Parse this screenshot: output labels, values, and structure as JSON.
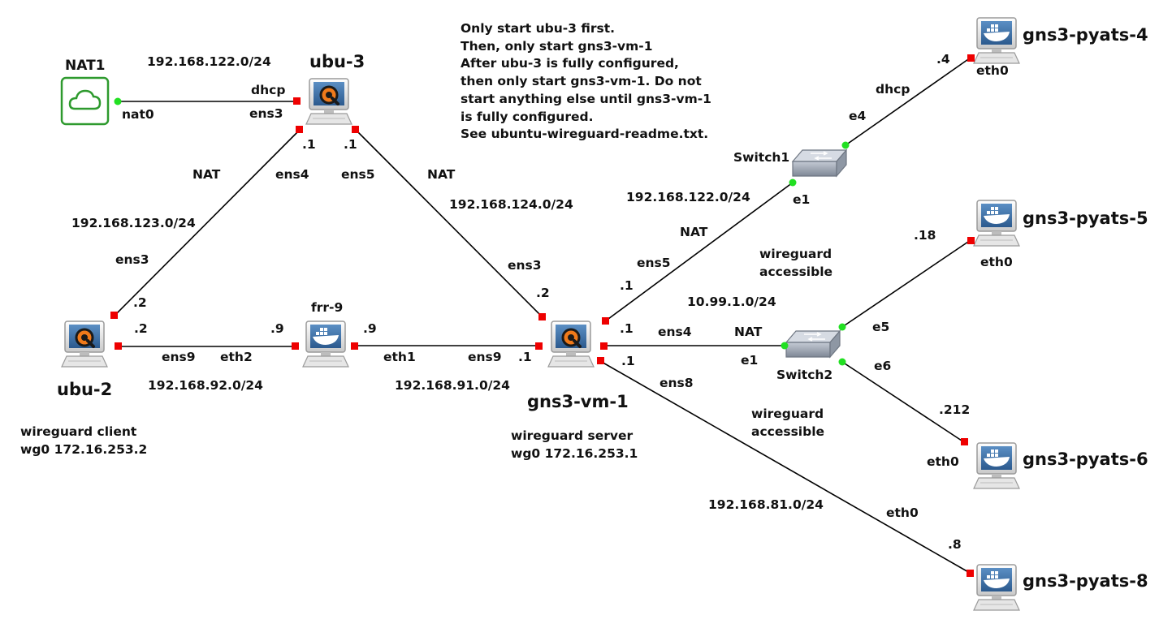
{
  "nodes": {
    "nat1": {
      "name": "NAT1",
      "port": "nat0"
    },
    "ubu3": {
      "name": "ubu-3"
    },
    "ubu2": {
      "name": "ubu-2",
      "desc_line1": "wireguard client",
      "desc_line2": "wg0 172.16.253.2"
    },
    "frr9": {
      "name": "frr-9"
    },
    "gns3vm1": {
      "name": "gns3-vm-1",
      "desc_line1": "wireguard server",
      "desc_line2": "wg0 172.16.253.1"
    },
    "switch1": {
      "name": "Switch1"
    },
    "switch2": {
      "name": "Switch2"
    },
    "pyats4": {
      "name": "gns3-pyats-4"
    },
    "pyats5": {
      "name": "gns3-pyats-5"
    },
    "pyats6": {
      "name": "gns3-pyats-6"
    },
    "pyats8": {
      "name": "gns3-pyats-8"
    }
  },
  "note": "Only start ubu-3 first.\nThen, only start gns3-vm-1\nAfter ubu-3 is fully configured,\nthen only start gns3-vm-1. Do not\nstart anything else until gns3-vm-1\nis fully configured.\nSee ubuntu-wireguard-readme.txt.",
  "labels": {
    "net_122_top": "192.168.122.0/24",
    "dhcp_ubu3": "dhcp",
    "ens3_ubu3": "ens3",
    "dot1_ubu3_left": ".1",
    "dot1_ubu3_right": ".1",
    "ens4_ubu3": "ens4",
    "ens5_ubu3": "ens5",
    "nat_left": "NAT",
    "nat_mid": "NAT",
    "net_123": "192.168.123.0/24",
    "net_124": "192.168.124.0/24",
    "ens3_ubu2": "ens3",
    "dot2_ubu2_up": ".2",
    "dot2_ubu2": ".2",
    "ens9_ubu2": "ens9",
    "eth2_frr": "eth2",
    "dot9_frr_left": ".9",
    "dot9_frr_right": ".9",
    "eth1_frr": "eth1",
    "net_92": "192.168.92.0/24",
    "net_91": "192.168.91.0/24",
    "ens9_vm": "ens9",
    "dot1_vm_ens9": ".1",
    "ens3_vm": "ens3",
    "dot2_vm": ".2",
    "ens5_vm": "ens5",
    "dot1_vm_ens5": ".1",
    "nat_vm_ens5": "NAT",
    "net_122_vm": "192.168.122.0/24",
    "e1_sw1": "e1",
    "e4_sw1": "e4",
    "dhcp_pyats4": "dhcp",
    "dot4_pyats4": ".4",
    "eth0_pyats4": "eth0",
    "wg_access_1a": "wireguard",
    "wg_access_1b": "accessible",
    "net_10_99": "10.99.1.0/24",
    "dot1_vm_ens4": ".1",
    "ens4_vm": "ens4",
    "nat_vm_ens4": "NAT",
    "e1_sw2": "e1",
    "e5_sw2": "e5",
    "e6_sw2": "e6",
    "dot18": ".18",
    "eth0_pyats5": "eth0",
    "dot212": ".212",
    "eth0_pyats6": "eth0",
    "dot1_vm_ens8": ".1",
    "ens8_vm": "ens8",
    "wg_access_2a": "wireguard",
    "wg_access_2b": "accessible",
    "net_81": "192.168.81.0/24",
    "eth0_pyats8": "eth0",
    "dot8": ".8"
  },
  "colors": {
    "link": "#000000",
    "port_down": "#ee0000",
    "port_up": "#22e022",
    "nat_cloud": "#2e9a2e"
  }
}
